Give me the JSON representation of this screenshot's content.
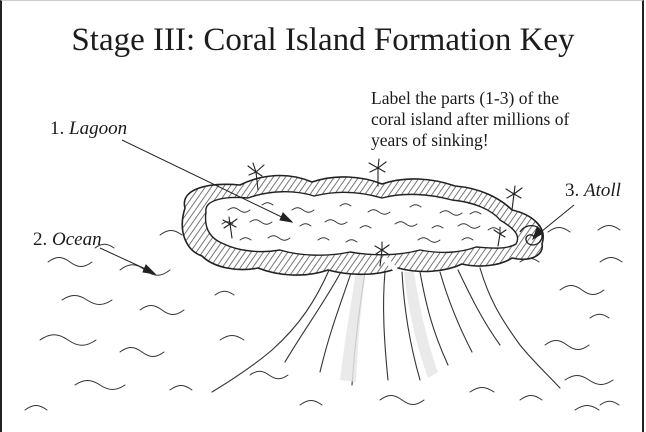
{
  "diagram": {
    "title": "Stage III: Coral Island Formation Key",
    "instructions": [
      "Label the parts (1-3) of  the",
      "coral island after millions of",
      "years of sinking!"
    ],
    "labels": [
      {
        "number": "1.",
        "text": "Lagoon"
      },
      {
        "number": "2.",
        "text": "Ocean"
      },
      {
        "number": "3.",
        "text": "Atoll"
      }
    ]
  }
}
